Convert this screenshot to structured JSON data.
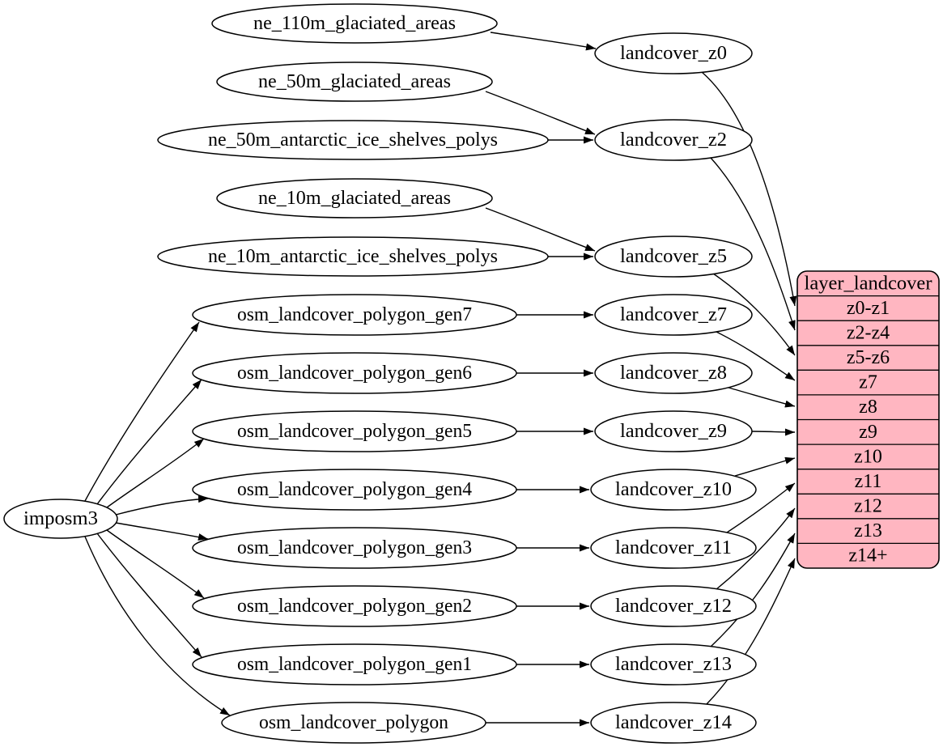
{
  "colors": {
    "background": "#ffffff",
    "table_fill": "#ffb6c1",
    "node_fill": "#ffffff",
    "stroke": "#000000"
  },
  "nodes": {
    "imposm3": "imposm3",
    "ne_110m_glaciated_areas": "ne_110m_glaciated_areas",
    "ne_50m_glaciated_areas": "ne_50m_glaciated_areas",
    "ne_50m_antarctic_ice_shelves_polys": "ne_50m_antarctic_ice_shelves_polys",
    "ne_10m_glaciated_areas": "ne_10m_glaciated_areas",
    "ne_10m_antarctic_ice_shelves_polys": "ne_10m_antarctic_ice_shelves_polys",
    "osm_landcover_polygon_gen7": "osm_landcover_polygon_gen7",
    "osm_landcover_polygon_gen6": "osm_landcover_polygon_gen6",
    "osm_landcover_polygon_gen5": "osm_landcover_polygon_gen5",
    "osm_landcover_polygon_gen4": "osm_landcover_polygon_gen4",
    "osm_landcover_polygon_gen3": "osm_landcover_polygon_gen3",
    "osm_landcover_polygon_gen2": "osm_landcover_polygon_gen2",
    "osm_landcover_polygon_gen1": "osm_landcover_polygon_gen1",
    "osm_landcover_polygon": "osm_landcover_polygon",
    "landcover_z0": "landcover_z0",
    "landcover_z2": "landcover_z2",
    "landcover_z5": "landcover_z5",
    "landcover_z7": "landcover_z7",
    "landcover_z8": "landcover_z8",
    "landcover_z9": "landcover_z9",
    "landcover_z10": "landcover_z10",
    "landcover_z11": "landcover_z11",
    "landcover_z12": "landcover_z12",
    "landcover_z13": "landcover_z13",
    "landcover_z14": "landcover_z14"
  },
  "table": {
    "title": "layer_landcover",
    "rows": [
      "z0-z1",
      "z2-z4",
      "z5-z6",
      "z7",
      "z8",
      "z9",
      "z10",
      "z11",
      "z12",
      "z13",
      "z14+"
    ]
  },
  "edges": [
    {
      "from": "imposm3",
      "to": "osm_landcover_polygon_gen7"
    },
    {
      "from": "imposm3",
      "to": "osm_landcover_polygon_gen6"
    },
    {
      "from": "imposm3",
      "to": "osm_landcover_polygon_gen5"
    },
    {
      "from": "imposm3",
      "to": "osm_landcover_polygon_gen4"
    },
    {
      "from": "imposm3",
      "to": "osm_landcover_polygon_gen3"
    },
    {
      "from": "imposm3",
      "to": "osm_landcover_polygon_gen2"
    },
    {
      "from": "imposm3",
      "to": "osm_landcover_polygon_gen1"
    },
    {
      "from": "imposm3",
      "to": "osm_landcover_polygon"
    },
    {
      "from": "ne_110m_glaciated_areas",
      "to": "landcover_z0"
    },
    {
      "from": "ne_50m_glaciated_areas",
      "to": "landcover_z2"
    },
    {
      "from": "ne_50m_antarctic_ice_shelves_polys",
      "to": "landcover_z2"
    },
    {
      "from": "ne_10m_glaciated_areas",
      "to": "landcover_z5"
    },
    {
      "from": "ne_10m_antarctic_ice_shelves_polys",
      "to": "landcover_z5"
    },
    {
      "from": "osm_landcover_polygon_gen7",
      "to": "landcover_z7"
    },
    {
      "from": "osm_landcover_polygon_gen6",
      "to": "landcover_z8"
    },
    {
      "from": "osm_landcover_polygon_gen5",
      "to": "landcover_z9"
    },
    {
      "from": "osm_landcover_polygon_gen4",
      "to": "landcover_z10"
    },
    {
      "from": "osm_landcover_polygon_gen3",
      "to": "landcover_z11"
    },
    {
      "from": "osm_landcover_polygon_gen2",
      "to": "landcover_z12"
    },
    {
      "from": "osm_landcover_polygon_gen1",
      "to": "landcover_z13"
    },
    {
      "from": "osm_landcover_polygon",
      "to": "landcover_z14"
    },
    {
      "from": "landcover_z0",
      "to": "layer_landcover:z0-z1"
    },
    {
      "from": "landcover_z2",
      "to": "layer_landcover:z2-z4"
    },
    {
      "from": "landcover_z5",
      "to": "layer_landcover:z5-z6"
    },
    {
      "from": "landcover_z7",
      "to": "layer_landcover:z7"
    },
    {
      "from": "landcover_z8",
      "to": "layer_landcover:z8"
    },
    {
      "from": "landcover_z9",
      "to": "layer_landcover:z9"
    },
    {
      "from": "landcover_z10",
      "to": "layer_landcover:z10"
    },
    {
      "from": "landcover_z11",
      "to": "layer_landcover:z11"
    },
    {
      "from": "landcover_z12",
      "to": "layer_landcover:z12"
    },
    {
      "from": "landcover_z13",
      "to": "layer_landcover:z13"
    },
    {
      "from": "landcover_z14",
      "to": "layer_landcover:z14+"
    }
  ]
}
